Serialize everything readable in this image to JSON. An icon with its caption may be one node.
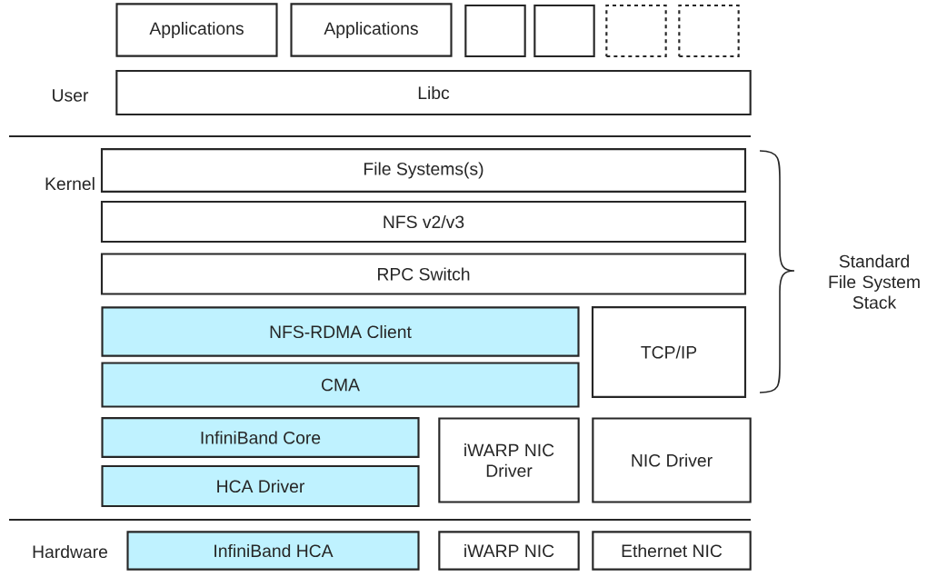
{
  "diagram": {
    "nodes": [
      {
        "text": [
          "Applications"
        ]
      },
      {
        "text": [
          "Applications"
        ]
      },
      {
        "text": [],
        "shape": "box"
      },
      {
        "text": [],
        "shape": "box"
      },
      {
        "text": [],
        "shape": "box"
      },
      {
        "text": [],
        "shape": "box"
      },
      {
        "text": [
          "Libc"
        ]
      },
      {
        "text": [
          "File Systems(s)"
        ]
      },
      {
        "text": [
          "NFS v2/v3"
        ]
      },
      {
        "text": [
          "RPC Switch"
        ]
      },
      {
        "text": [
          "NFS-RDMA Client"
        ]
      },
      {
        "text": [
          "TCP/IP"
        ]
      },
      {
        "text": [
          "CMA"
        ]
      },
      {
        "text": [
          "InfiniBand Core"
        ]
      },
      {
        "text": [
          "iWARP NIC Driver"
        ]
      },
      {
        "text": [
          "NIC Driver"
        ]
      },
      {
        "text": [
          "HCA Driver"
        ]
      },
      {
        "text": [
          "InfiniBand HCA"
        ]
      },
      {
        "text": [
          "iWARP NIC"
        ]
      },
      {
        "text": [
          "Ethernet NIC"
        ]
      }
    ],
    "edges": [],
    "labels": [
      "User",
      "Kernel",
      "Standard File System Stack",
      "Hardware"
    ]
  }
}
